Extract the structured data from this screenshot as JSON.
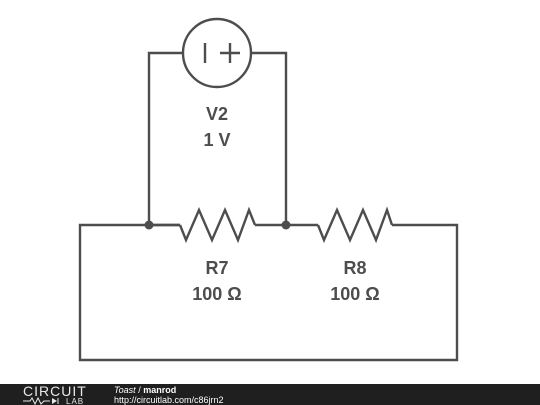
{
  "components": {
    "source": {
      "name": "V2",
      "value": "1 V",
      "symbol": "| +"
    },
    "r7": {
      "name": "R7",
      "value": "100 Ω"
    },
    "r8": {
      "name": "R8",
      "value": "100 Ω"
    }
  },
  "footer": {
    "logo_top": "CIRCUIT",
    "logo_bottom": "LAB",
    "user": "Toast",
    "separator": " / ",
    "project": "manrod",
    "url": "http://circuitlab.com/c86jrn2"
  },
  "colors": {
    "wire": "#4d4d4d",
    "footer_bg": "#1f1f1f",
    "background": "#ffffff"
  }
}
